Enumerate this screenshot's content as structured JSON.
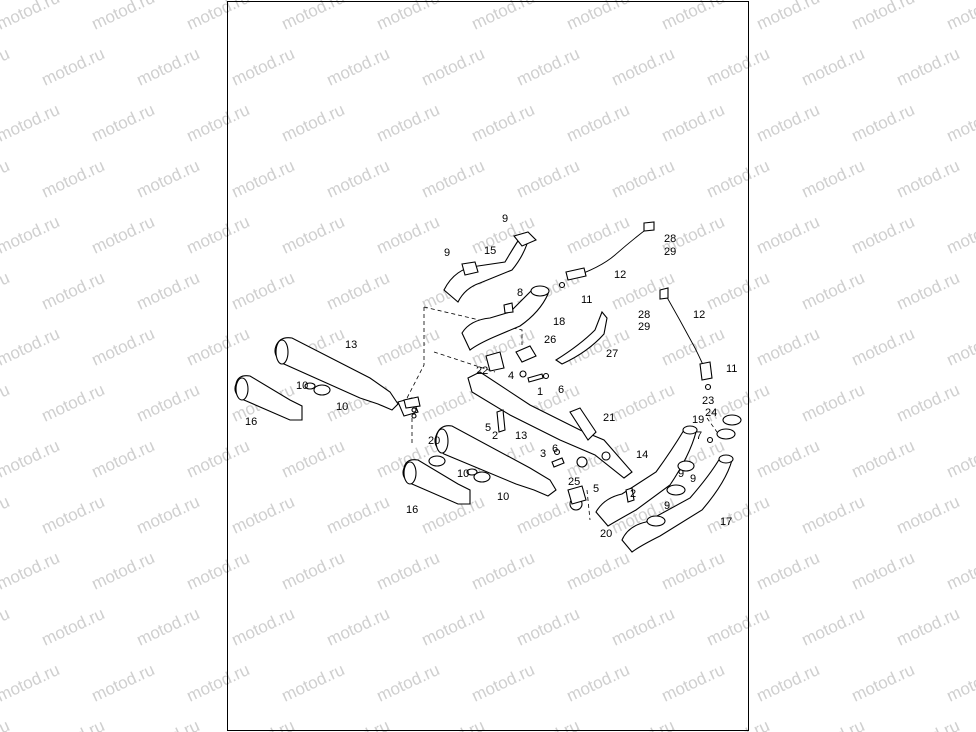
{
  "watermark": {
    "text": "motod.ru"
  },
  "callouts": [
    {
      "id": "c9a",
      "text": "9"
    },
    {
      "id": "c9b",
      "text": "9"
    },
    {
      "id": "c15",
      "text": "15"
    },
    {
      "id": "c28a",
      "text": "28"
    },
    {
      "id": "c29a",
      "text": "29"
    },
    {
      "id": "c12a",
      "text": "12"
    },
    {
      "id": "c8",
      "text": "8"
    },
    {
      "id": "c11a",
      "text": "11"
    },
    {
      "id": "c18",
      "text": "18"
    },
    {
      "id": "c28b",
      "text": "28"
    },
    {
      "id": "c29b",
      "text": "29"
    },
    {
      "id": "c12b",
      "text": "12"
    },
    {
      "id": "c13a",
      "text": "13"
    },
    {
      "id": "c26",
      "text": "26"
    },
    {
      "id": "c27",
      "text": "27"
    },
    {
      "id": "c22",
      "text": "22"
    },
    {
      "id": "c4",
      "text": "4"
    },
    {
      "id": "c11b",
      "text": "11"
    },
    {
      "id": "c10a",
      "text": "10"
    },
    {
      "id": "c1",
      "text": "1"
    },
    {
      "id": "c6a",
      "text": "6"
    },
    {
      "id": "c10b",
      "text": "10"
    },
    {
      "id": "c23",
      "text": "23"
    },
    {
      "id": "c24",
      "text": "24"
    },
    {
      "id": "c16a",
      "text": "16"
    },
    {
      "id": "c21",
      "text": "21"
    },
    {
      "id": "c19",
      "text": "19"
    },
    {
      "id": "c5a",
      "text": "5"
    },
    {
      "id": "c2a",
      "text": "2"
    },
    {
      "id": "c13b",
      "text": "13"
    },
    {
      "id": "c7",
      "text": "7"
    },
    {
      "id": "c20a",
      "text": "20"
    },
    {
      "id": "c6b",
      "text": "6"
    },
    {
      "id": "c3",
      "text": "3"
    },
    {
      "id": "c14",
      "text": "14"
    },
    {
      "id": "c10c",
      "text": "10"
    },
    {
      "id": "c9c",
      "text": "9"
    },
    {
      "id": "c9d",
      "text": "9"
    },
    {
      "id": "c25",
      "text": "25"
    },
    {
      "id": "c5b",
      "text": "5"
    },
    {
      "id": "c2b",
      "text": "2"
    },
    {
      "id": "c10d",
      "text": "10"
    },
    {
      "id": "c16b",
      "text": "16"
    },
    {
      "id": "c9e",
      "text": "9"
    },
    {
      "id": "c17",
      "text": "17"
    },
    {
      "id": "c20b",
      "text": "20"
    }
  ]
}
